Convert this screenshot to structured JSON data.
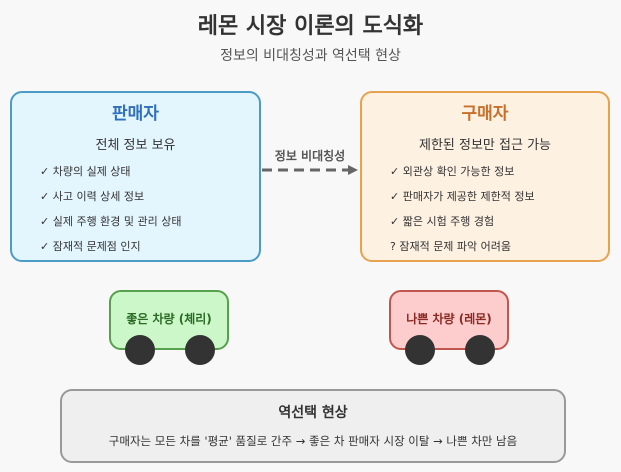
{
  "title": "레몬 시장 이론의 도식화",
  "subtitle": "정보의 비대칭성과 역선택 현상",
  "seller": {
    "heading": "판매자",
    "summary": "전체 정보 보유",
    "items": [
      "✓ 차량의 실제 상태",
      "✓ 사고 이력 상세 정보",
      "✓ 실제 주행 환경 및 관리 상태",
      "✓ 잠재적 문제점 인지"
    ]
  },
  "buyer": {
    "heading": "구매자",
    "summary": "제한된 정보만 접근 가능",
    "items": [
      "✓ 외관상 확인 가능한 정보",
      "✓ 판매자가 제공한 제한적 정보",
      "✓ 짧은 시험 주행 경험",
      "? 잠재적 문제 파악 어려움"
    ]
  },
  "arrow": {
    "label": "정보 비대칭성"
  },
  "cars": {
    "good": {
      "label": "좋은 차량 (체리)"
    },
    "bad": {
      "label": "나쁜 차량 (레몬)"
    }
  },
  "result": {
    "heading": "역선택 현상",
    "text": "구매자는 모든 차를 '평균' 품질로 간주 → 좋은 차 판매자 시장 이탈 → 나쁜 차만 남음"
  },
  "colors": {
    "seller_border": "#4a9cc4",
    "seller_fill": "#e3f5fd",
    "buyer_border": "#e7a24d",
    "buyer_fill": "#fdf1e2",
    "good_car_fill": "#ccf7c8",
    "bad_car_fill": "#fdcccc"
  }
}
